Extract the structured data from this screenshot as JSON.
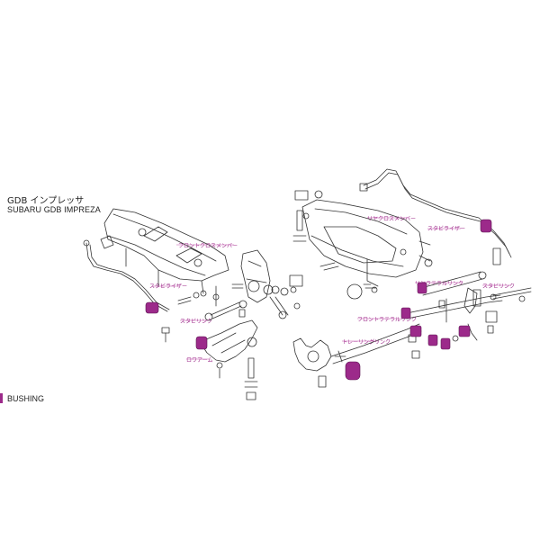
{
  "header": {
    "title_jp": "GDB インプレッサ",
    "title_en": "SUBARU GDB IMPREZA"
  },
  "legend": {
    "label": "BUSHING",
    "color": "#9c2a8a"
  },
  "colors": {
    "bushing": "#9c2a8a",
    "callout_line": "#c04aa8",
    "line_art": "#333333"
  },
  "callouts": {
    "front_crossmember": "フロントクロスメンバー",
    "front_stabilizer": "スタビライザー",
    "front_stab_link": "スタビリンク",
    "lower_arm": "ロワアーム",
    "rear_crossmember": "リヤクロスメンバー",
    "rear_stabilizer": "スタビライザー",
    "rear_lateral_link": "リヤラテラルリンク",
    "rear_stab_link": "スタビリンク",
    "front_lateral_link": "フロントラテラルリンク",
    "trailing_link": "トレーリングリンク"
  }
}
